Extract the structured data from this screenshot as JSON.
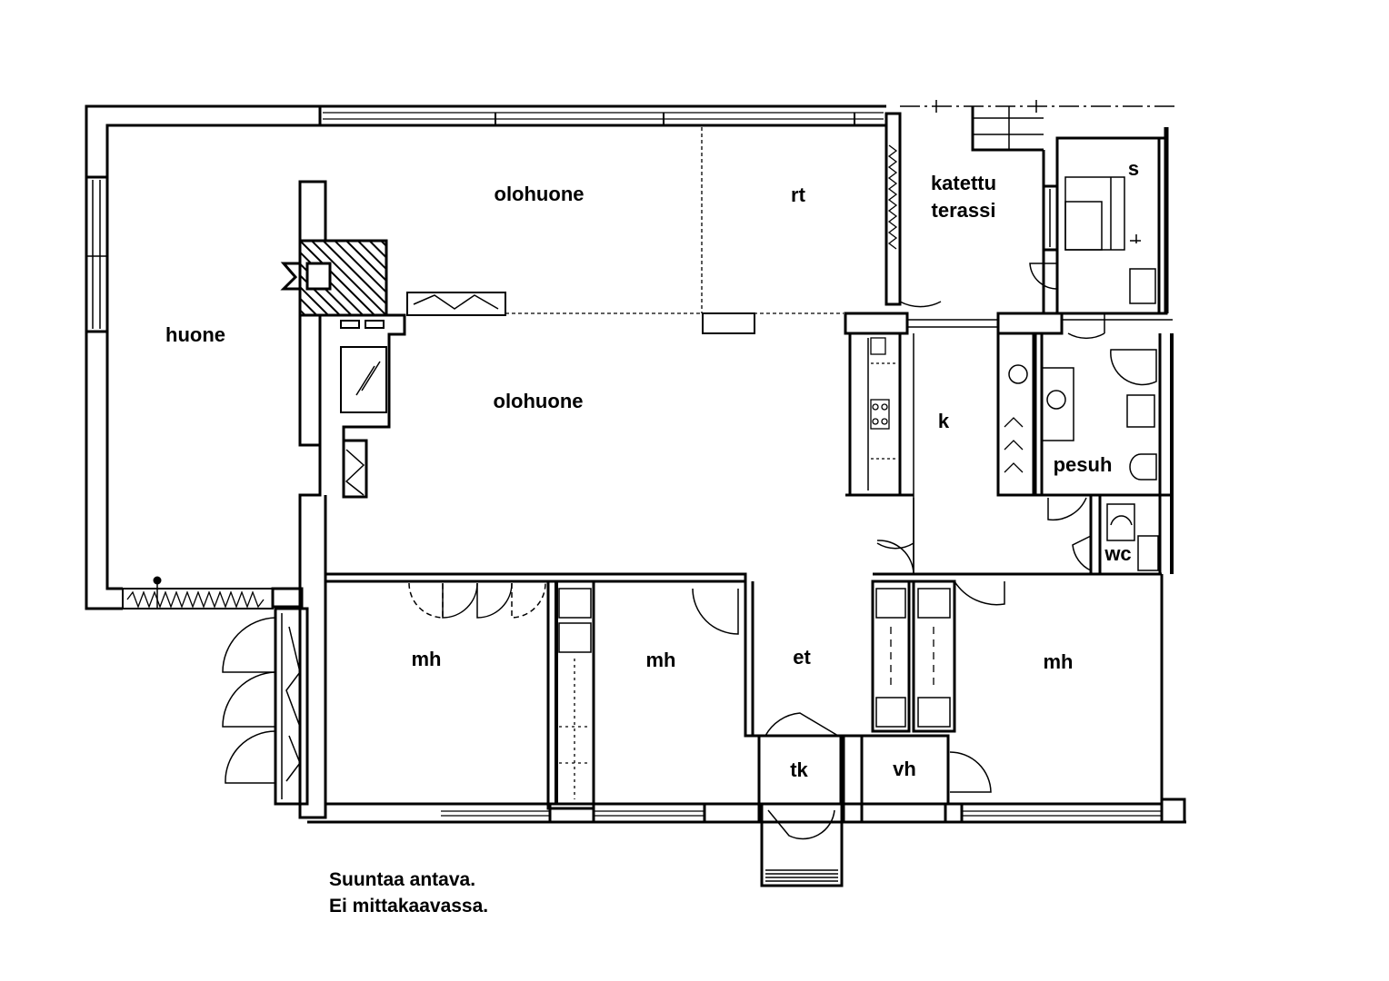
{
  "plan": {
    "rooms": {
      "huone": "huone",
      "olohuone_top": "olohuone",
      "rt": "rt",
      "katettu": "katettu",
      "terassi": "terassi",
      "s": "s",
      "olohuone_main": "olohuone",
      "k": "k",
      "pesuh": "pesuh",
      "wc": "wc",
      "mh_left": "mh",
      "mh_mid": "mh",
      "et": "et",
      "mh_right": "mh",
      "tk": "tk",
      "vh": "vh"
    },
    "note": {
      "line1": "Suuntaa antava.",
      "line2": "Ei mittakaavassa."
    }
  }
}
